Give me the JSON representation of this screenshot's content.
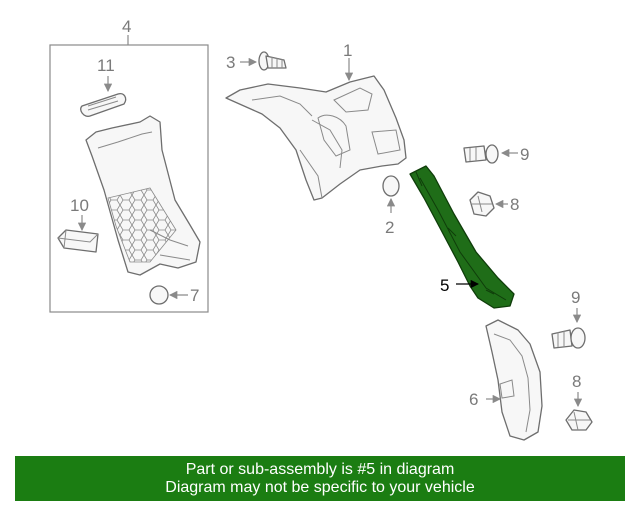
{
  "callouts": {
    "c1": "1",
    "c2": "2",
    "c3": "3",
    "c4": "4",
    "c5": "5",
    "c6": "6",
    "c7": "7",
    "c8a": "8",
    "c8b": "8",
    "c9a": "9",
    "c9b": "9",
    "c10": "10",
    "c11": "11"
  },
  "highlight_color": "#1b7d12",
  "banner": {
    "line1": "Part or sub-assembly is #5 in diagram",
    "line2": "Diagram may not be specific to your vehicle"
  }
}
